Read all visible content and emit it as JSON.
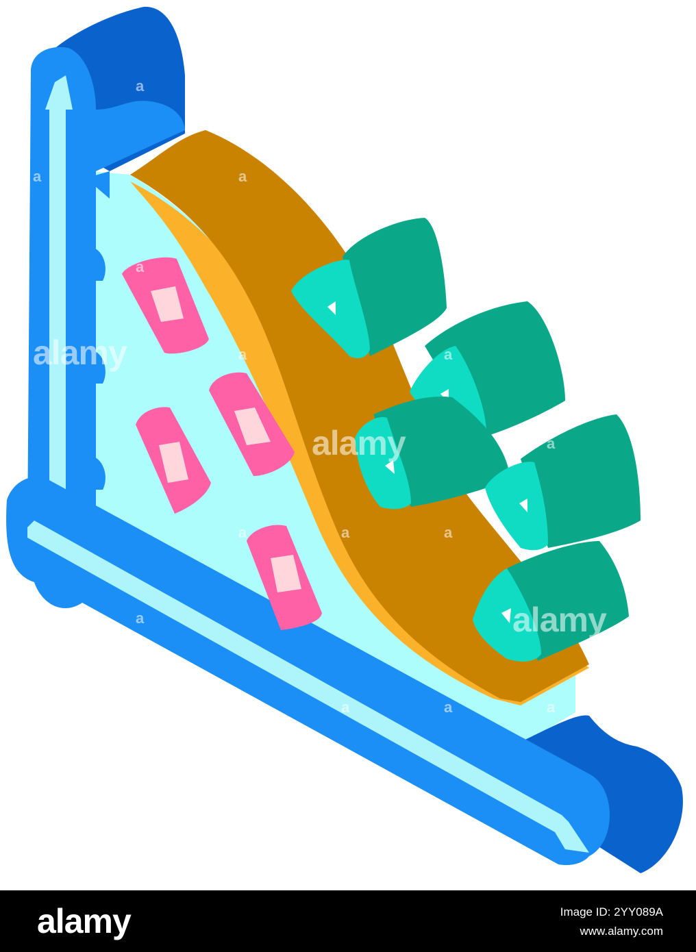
{
  "colors": {
    "axis_light": "#1b8ff5",
    "axis_dark": "#0a63cc",
    "axis_inner": "#aef5fb",
    "area_fill": "#aefdfd",
    "band_brown": "#c98300",
    "band_gold": "#fbb22a",
    "diamond_pink": "#ff61a6",
    "diamond_center": "#ffd6dc",
    "prism_green": "#0aa889",
    "prism_cyan": "#10dbc3"
  },
  "icons": {
    "y_axis": "up-arrow-icon",
    "x_axis": "right-arrow-icon",
    "diamonds": "diamond-icon",
    "prisms": "triangular-prism-icon"
  },
  "watermark": {
    "small": "a",
    "word": "alamy"
  },
  "footer": {
    "logo": "alamy",
    "image_id": "Image ID: 2YY089A",
    "site": "www.alamy.com"
  }
}
